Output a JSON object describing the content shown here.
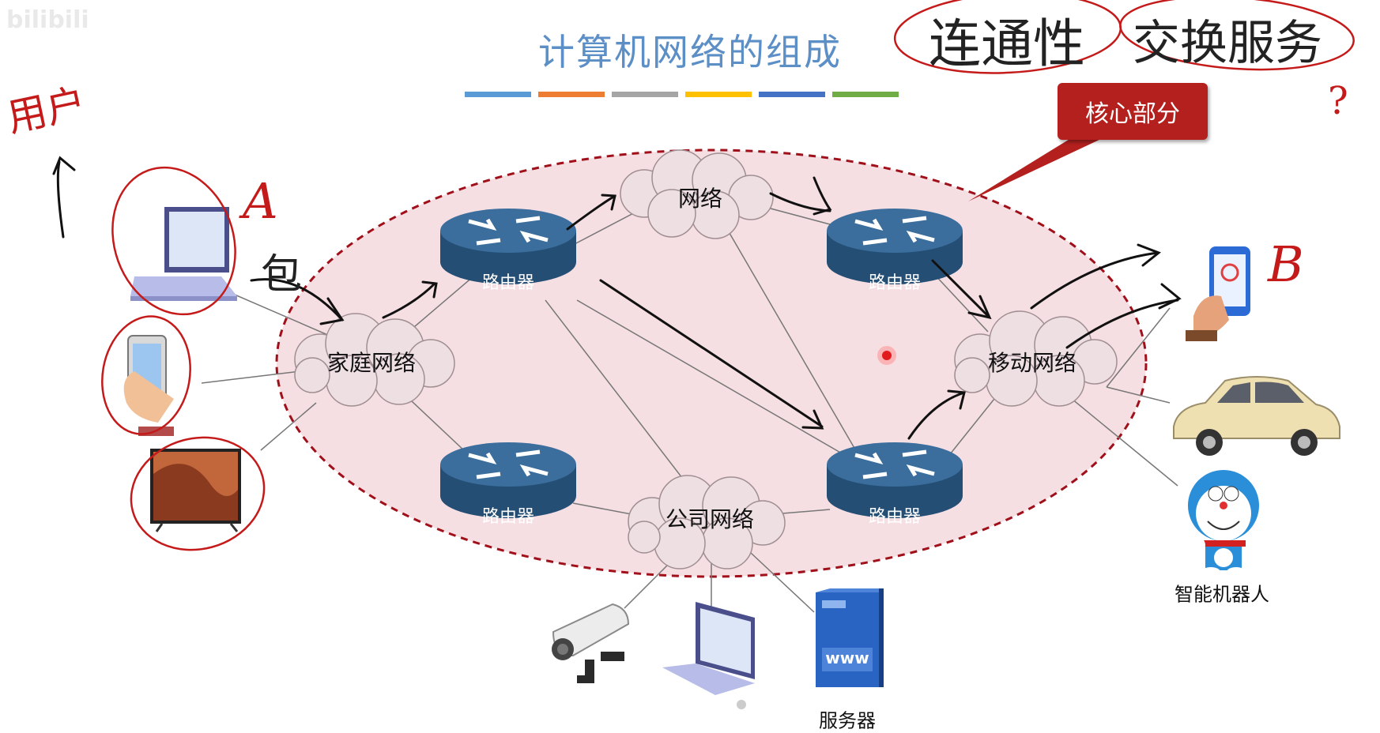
{
  "watermark": "bilibili",
  "title": "计算机网络的组成",
  "title_bar_colors": [
    "#5b9bd5",
    "#ed7d31",
    "#a5a5a5",
    "#ffc000",
    "#4472c4",
    "#70ad47"
  ],
  "callout": "核心部分",
  "nodes": {
    "home_network": "家庭网络",
    "network": "网络",
    "mobile_network": "移动网络",
    "company_network": "公司网络"
  },
  "router_label": "路由器",
  "server_label": "服务器",
  "server_www": "www",
  "robot_label": "智能机器人",
  "annotations": {
    "connectivity": "连通性",
    "switching_service": "交换服务",
    "user": "用户",
    "packet": "包",
    "host_a": "A",
    "host_b": "B",
    "question": "?"
  },
  "colors": {
    "ellipse_fill": "#f6dfe3",
    "ellipse_border": "#a0101a",
    "router": "#2f5e88",
    "callout": "#b3201e",
    "ink_red": "#c51a1a"
  }
}
